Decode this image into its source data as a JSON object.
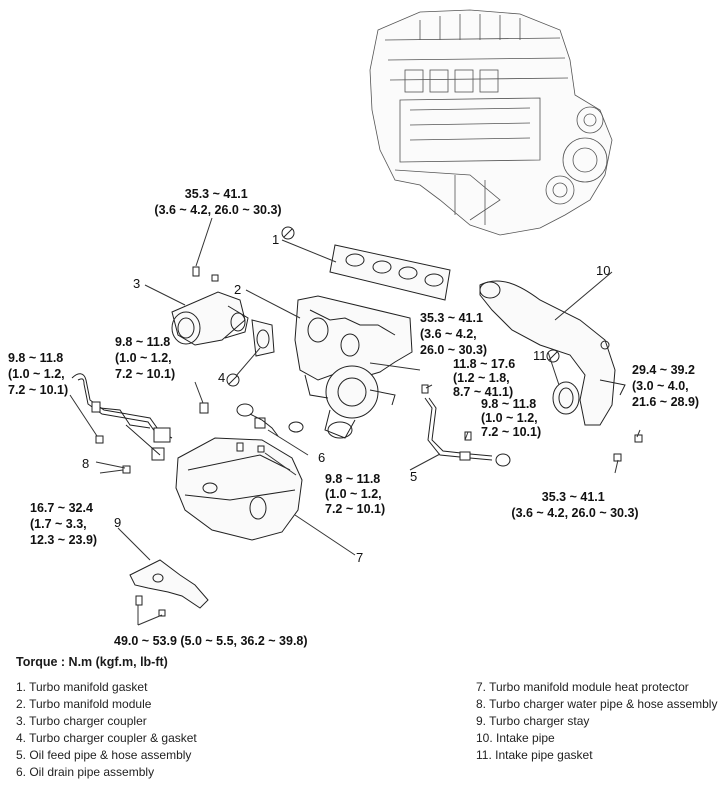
{
  "torque_label": "Torque : N.m (kgf.m, lb-ft)",
  "callouts": {
    "c1": "1",
    "c2": "2",
    "c3": "3",
    "c4": "4",
    "c5": "5",
    "c6": "6",
    "c7": "7",
    "c8": "8",
    "c9": "9",
    "c10": "10",
    "c11": "11"
  },
  "torques": {
    "t_top": [
      "35.3 ~ 41.1",
      "(3.6 ~ 4.2, 26.0 ~ 30.3)"
    ],
    "t_left": [
      "9.8 ~ 11.8",
      "(1.0 ~ 1.2,",
      "7.2 ~ 10.1)"
    ],
    "t_midleft": [
      "9.8 ~ 11.8",
      "(1.0 ~ 1.2,",
      "7.2 ~ 10.1)"
    ],
    "t_center": [
      "35.3 ~ 41.1",
      "(3.6 ~ 4.2,",
      "26.0 ~ 30.3)"
    ],
    "t_oilfeed": [
      "11.8 ~ 17.6",
      "(1.2 ~ 1.8,",
      "8.7 ~ 41.1)"
    ],
    "t_oilfeed2": [
      "9.8 ~ 11.8",
      "(1.0 ~ 1.2,",
      "7.2 ~ 10.1)"
    ],
    "t_right": [
      "29.4 ~  39.2",
      "(3.0 ~ 4.0,",
      "21.6 ~ 28.9)"
    ],
    "t_midbottom": [
      "9.8 ~ 11.8",
      "(1.0 ~ 1.2,",
      "7.2 ~ 10.1)"
    ],
    "t_heat": [
      "16.7 ~ 32.4",
      "(1.7 ~ 3.3,",
      "12.3 ~ 23.9)"
    ],
    "t_rightbottom": [
      "35.3 ~ 41.1",
      "(3.6 ~ 4.2, 26.0 ~ 30.3)"
    ],
    "t_stay": [
      "49.0 ~ 53.9 (5.0 ~ 5.5, 36.2 ~ 39.8)"
    ]
  },
  "legend_left": [
    "1. Turbo manifold gasket",
    "2. Turbo manifold module",
    "3. Turbo charger coupler",
    "4. Turbo charger coupler & gasket",
    "5. Oil feed pipe & hose assembly",
    "6. Oil drain pipe assembly"
  ],
  "legend_right": [
    "7. Turbo manifold module heat protector",
    "8. Turbo charger water pipe & hose assembly",
    "9. Turbo charger stay",
    "10. Intake pipe",
    "11. Intake pipe gasket"
  ]
}
